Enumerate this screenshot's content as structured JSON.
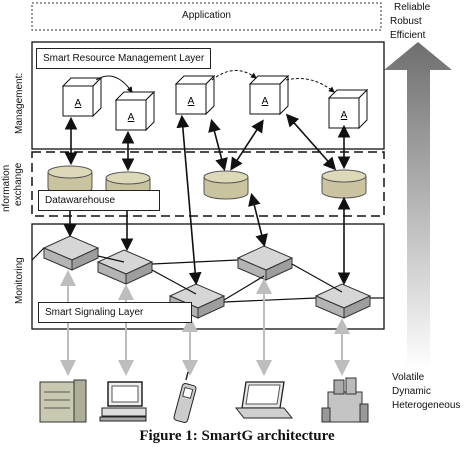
{
  "application_label": "Application",
  "qualities_top": [
    "Reliable",
    "Robust",
    "Efficient"
  ],
  "qualities_bottom": [
    "Volatile",
    "Dynamic",
    "Heterogeneous"
  ],
  "layers": {
    "management": {
      "side_label": "Management:",
      "title": "Smart Resource Management Layer",
      "agent_letter": "A"
    },
    "information": {
      "side_label_1": "nformation",
      "side_label_2": "exchange",
      "title": "Datawarehouse"
    },
    "monitoring": {
      "side_label": "Monitoring",
      "title": "Smart Signaling Layer"
    }
  },
  "devices": [
    "server-icon",
    "desktop-computer-icon",
    "mobile-phone-icon",
    "laptop-icon",
    "industrial-machine-icon"
  ],
  "caption": "Figure 1: SmartG architecture",
  "colors": {
    "arrow_gradient_top": "#707070",
    "arrow_gradient_bottom": "#ffffff",
    "cylinder": "#c9c3a0",
    "diamond": "#c8c8c8"
  }
}
